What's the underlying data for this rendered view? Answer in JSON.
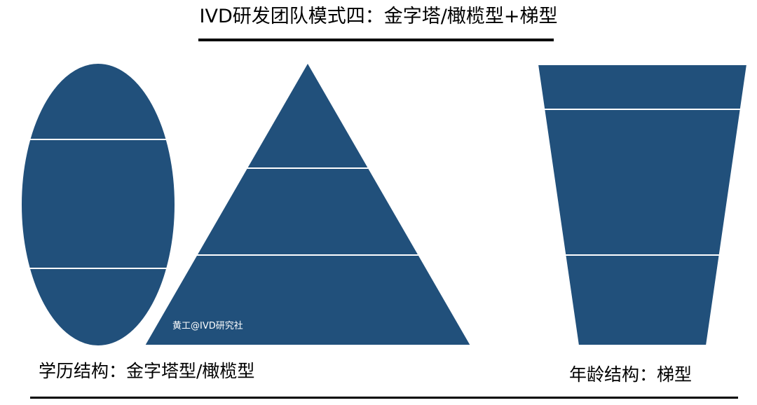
{
  "header": {
    "title": "IVD研发团队模式四：金字塔/橄榄型+梯型"
  },
  "diagram": {
    "fill_color": "#21507b",
    "divider_color": "#ffffff",
    "watermark": "黄工@IVD研究社",
    "shapes": [
      {
        "name": "olive-ellipse",
        "kind": "ellipse",
        "layers": 3
      },
      {
        "name": "pyramid-triangle",
        "kind": "triangle",
        "layers": 3
      },
      {
        "name": "ladder-trapezoid",
        "kind": "inverted-trapezoid",
        "layers": 3
      }
    ]
  },
  "captions": {
    "education": "学历结构：金字塔型/橄榄型",
    "age": "年龄结构：梯型"
  }
}
